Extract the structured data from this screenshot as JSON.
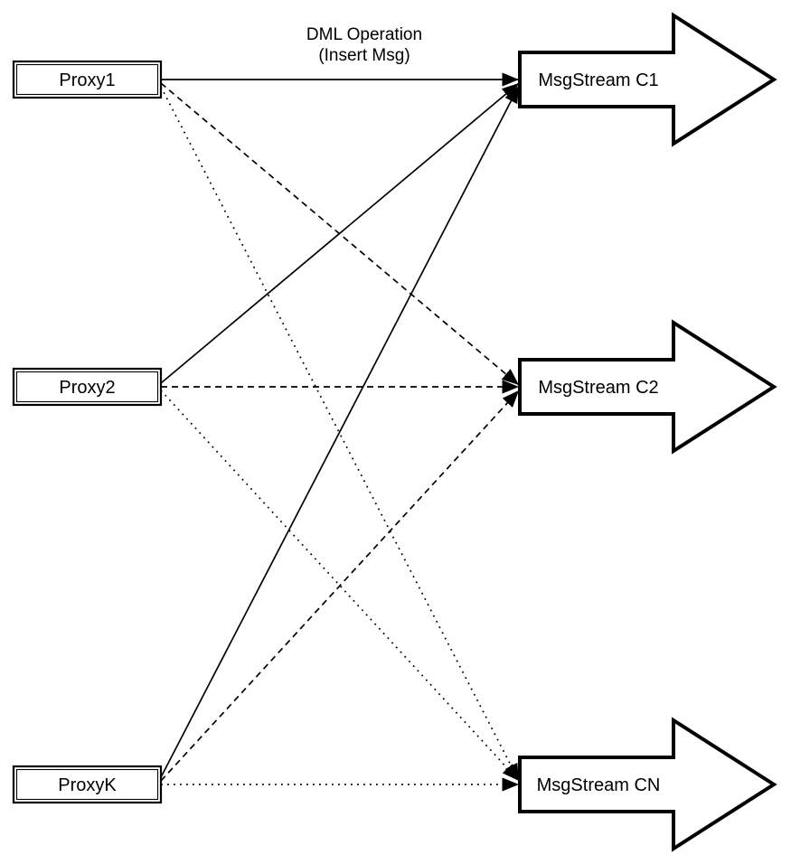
{
  "diagram": {
    "title": {
      "line1": "DML Operation",
      "line2": "(Insert Msg)"
    },
    "proxies": [
      {
        "label": "Proxy1"
      },
      {
        "label": "Proxy2"
      },
      {
        "label": "ProxyK"
      }
    ],
    "streams": [
      {
        "label": "MsgStream C1"
      },
      {
        "label": "MsgStream C2"
      },
      {
        "label": "MsgStream CN"
      }
    ],
    "connections": [
      {
        "from": "Proxy1",
        "to": "MsgStream C1",
        "style": "solid"
      },
      {
        "from": "Proxy1",
        "to": "MsgStream C2",
        "style": "dashed"
      },
      {
        "from": "Proxy1",
        "to": "MsgStream CN",
        "style": "dotted"
      },
      {
        "from": "Proxy2",
        "to": "MsgStream C1",
        "style": "solid"
      },
      {
        "from": "Proxy2",
        "to": "MsgStream C2",
        "style": "dashed"
      },
      {
        "from": "Proxy2",
        "to": "MsgStream CN",
        "style": "dotted"
      },
      {
        "from": "ProxyK",
        "to": "MsgStream C1",
        "style": "solid"
      },
      {
        "from": "ProxyK",
        "to": "MsgStream C2",
        "style": "dashed"
      },
      {
        "from": "ProxyK",
        "to": "MsgStream CN",
        "style": "dotted"
      }
    ],
    "colors": {
      "stroke": "#000000",
      "fill": "#ffffff"
    }
  }
}
